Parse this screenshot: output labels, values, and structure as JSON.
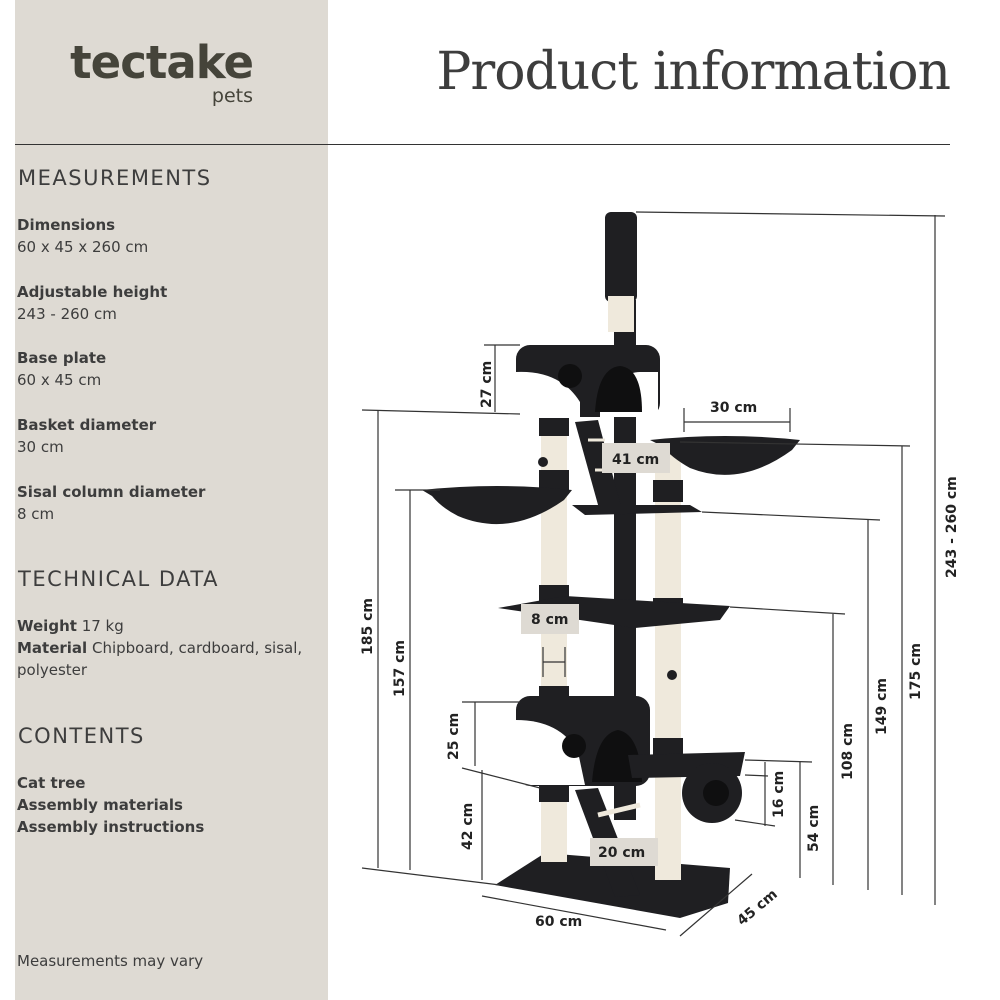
{
  "brand": {
    "name": "tectake",
    "sub": "pets"
  },
  "title": "Product information",
  "measurements": {
    "heading": "MEASUREMENTS",
    "items": [
      {
        "label": "Dimensions",
        "value": "60 x 45 x 260 cm"
      },
      {
        "label": "Adjustable height",
        "value": "243 - 260 cm"
      },
      {
        "label": "Base plate",
        "value": "60 x 45 cm"
      },
      {
        "label": "Basket diameter",
        "value": "30 cm"
      },
      {
        "label": "Sisal column diameter",
        "value": "8 cm"
      }
    ]
  },
  "technical": {
    "heading": "TECHNICAL DATA",
    "weight_label": "Weight",
    "weight_value": "17 kg",
    "material_label": "Material",
    "material_value": "Chipboard, cardboard, sisal, polyester"
  },
  "contents": {
    "heading": "CONTENTS",
    "items": [
      "Cat tree",
      "Assembly materials",
      "Assembly instructions"
    ]
  },
  "note": "Measurements may vary",
  "dimensions": {
    "top_house": "27 cm",
    "basket": "30 cm",
    "platform_gap": "41 cm",
    "column": "8 cm",
    "lower_house": "25 cm",
    "lower_base": "42 cm",
    "step_height": "16 cm",
    "step_top": "54 cm",
    "ladder": "20 cm",
    "width": "60 cm",
    "depth": "45 cm",
    "left_basket": "157 cm",
    "upper_house": "185 cm",
    "platform": "108 cm",
    "mid_platform": "149 cm",
    "right_basket": "175 cm",
    "total": "243 - 260 cm"
  },
  "colors": {
    "sidebar": "#dedad3",
    "plush": "#1f1f22",
    "sisal": "#efe9dc",
    "white_plush": "#ffffff"
  }
}
